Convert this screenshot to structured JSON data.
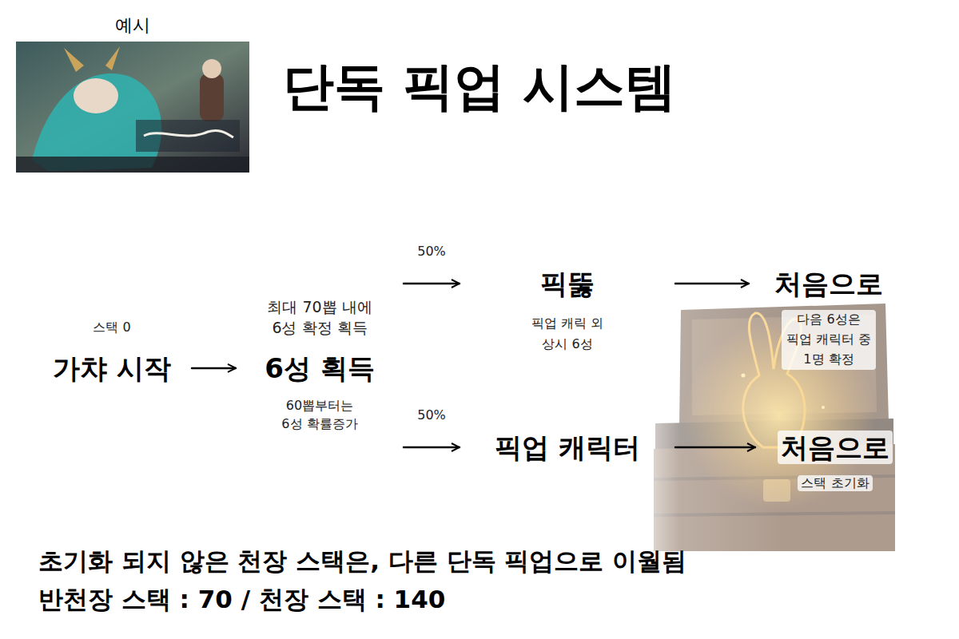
{
  "diagram": {
    "title": "단독 픽업 시스템",
    "nodes": [
      {
        "text": [
          "스택 0",
          "가챠 시작"
        ]
      },
      {
        "text": [
          "최대 70뽑 내에 6성 확정 획득",
          "6성 획득",
          "60뽑부터는 6성 확률증가"
        ]
      },
      {
        "text": [
          "픽뚫",
          "픽업 캐릭 외 상시 6성"
        ]
      },
      {
        "text": [
          "픽업 캐릭터"
        ]
      },
      {
        "text": [
          "처음으로",
          "다음 6성은 픽업 캐릭터 중 1명 확정"
        ]
      },
      {
        "text": [
          "처음으로",
          "스택 초기화"
        ]
      }
    ],
    "edges": [
      {
        "from": 0,
        "to": 1,
        "arrow": "to"
      },
      {
        "from": 1,
        "to": 2,
        "label": "50%",
        "arrow": "to"
      },
      {
        "from": 1,
        "to": 3,
        "label": "50%",
        "arrow": "to"
      },
      {
        "from": 2,
        "to": 4,
        "arrow": "to"
      },
      {
        "from": 3,
        "to": 5,
        "arrow": "to"
      }
    ],
    "labels": [
      "예시",
      "초기화 되지 않은 천장 스택은, 다른 단독 픽업으로 이월됨",
      "반천장 스택 : 70 / 천장 스택 : 140"
    ]
  }
}
